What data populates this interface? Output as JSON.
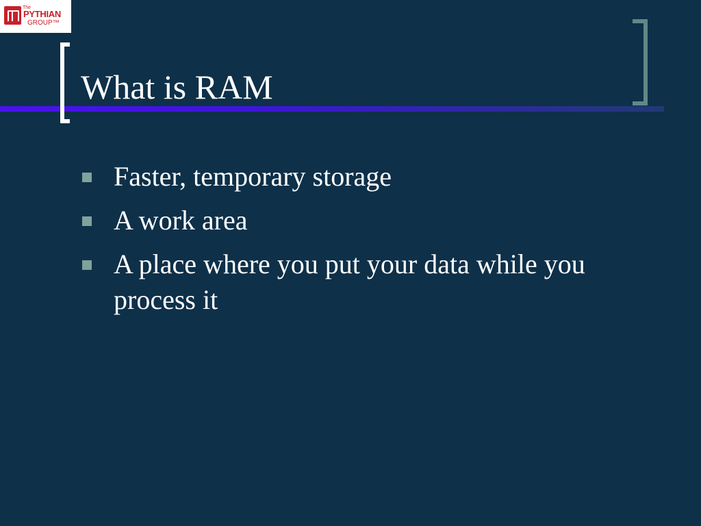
{
  "logo": {
    "the": "The",
    "name": "PYTHIAN",
    "group": "GROUP™",
    "brand_color": "#c8202a"
  },
  "slide": {
    "title": "What is RAM",
    "background_color": "#0e3049",
    "bullets": [
      {
        "text": "Faster, temporary storage"
      },
      {
        "text": "A work area"
      },
      {
        "text": "A place where you put your data while you process it"
      }
    ],
    "bullet_marker_color": "#7fa39c",
    "accent_rule_color": "#4a12ef",
    "left_bracket_color": "#ffffff",
    "right_bracket_color": "#5f8a86"
  }
}
